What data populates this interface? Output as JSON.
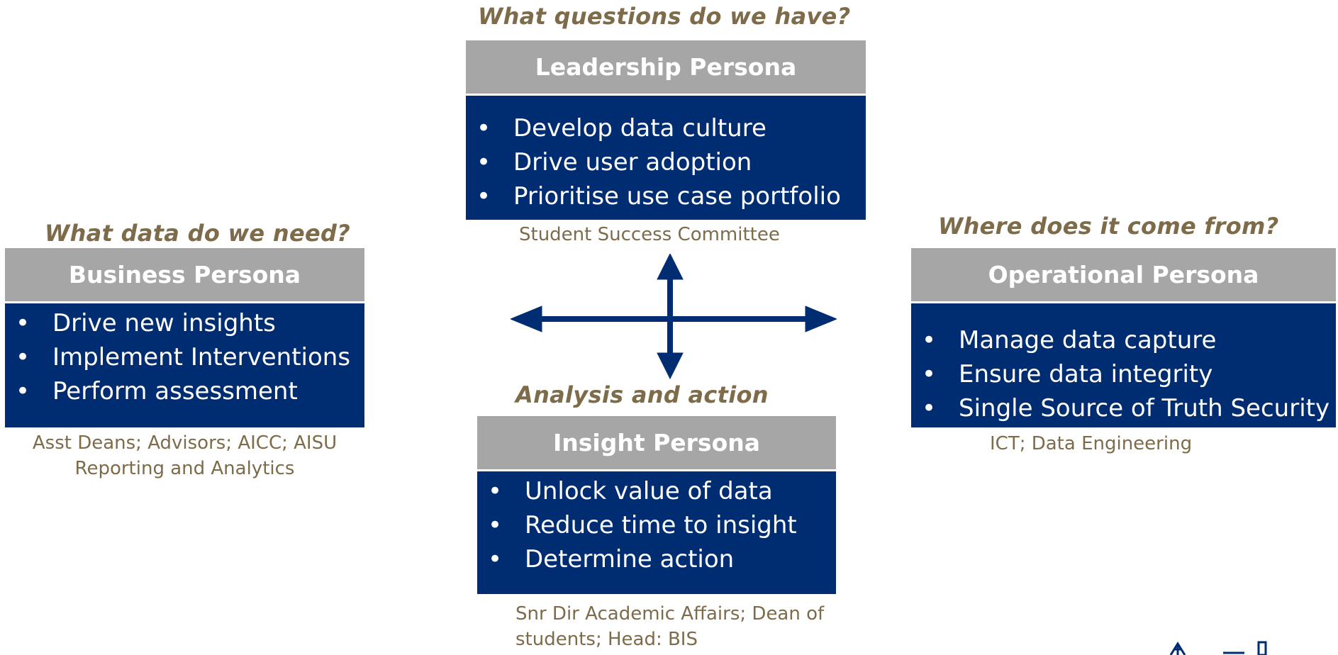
{
  "leadership": {
    "question": "What questions do we have?",
    "title": "Leadership Persona",
    "items": [
      "Develop data culture",
      "Drive user adoption",
      "Prioritise use case portfolio"
    ],
    "caption": "Student Success Committee"
  },
  "business": {
    "question": "What data do we need?",
    "title": "Business Persona",
    "items": [
      "Drive new insights",
      "Implement Interventions",
      "Perform assessment"
    ],
    "caption_lines": [
      "Asst Deans; Advisors; AICC; AISU",
      "Reporting and Analytics"
    ]
  },
  "operational": {
    "question": "Where does it come from?",
    "title": "Operational Persona",
    "items": [
      "Manage data capture",
      "Ensure data integrity",
      "Single Source of Truth Security"
    ],
    "caption": "ICT; Data Engineering"
  },
  "insight": {
    "question": "Analysis and action",
    "title": "Insight Persona",
    "items": [
      "Unlock value of data",
      "Reduce time to insight",
      "Determine action"
    ],
    "caption_lines": [
      "Snr Dir Academic Affairs; Dean of",
      "students; Head: BIS"
    ]
  },
  "colors": {
    "accent_text": "#7d6b49",
    "header_grey": "#a6a6a6",
    "body_navy": "#002d72"
  }
}
